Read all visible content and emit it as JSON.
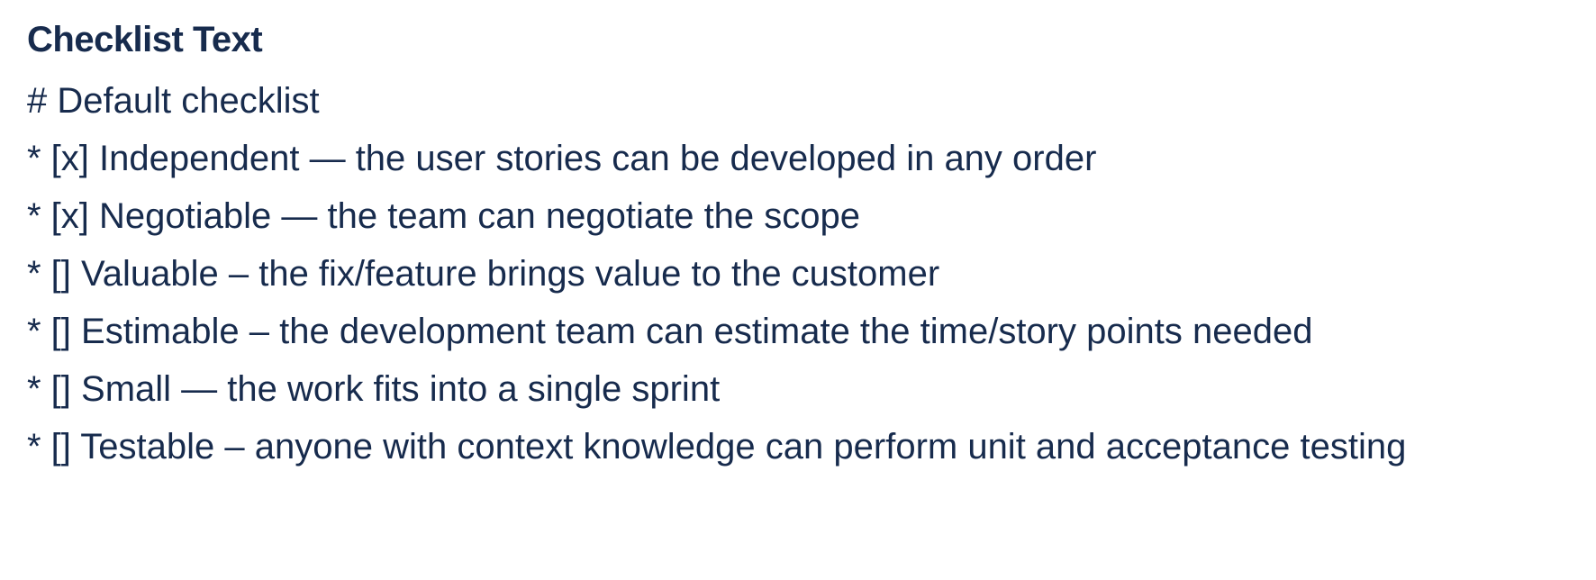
{
  "colors": {
    "text": "#172B4D",
    "background": "#FFFFFF"
  },
  "field": {
    "label": "Checklist Text",
    "value_lines": [
      "# Default checklist",
      "* [x] Independent — the user stories can be developed in any order",
      "* [x] Negotiable — the team can negotiate the scope",
      "* [] Valuable – the fix/feature brings value to the customer",
      "* [] Estimable – the development team can estimate the time/story points needed",
      "* [] Small — the work fits into a single sprint",
      "* [] Testable – anyone with context knowledge can perform unit and acceptance testing"
    ]
  }
}
